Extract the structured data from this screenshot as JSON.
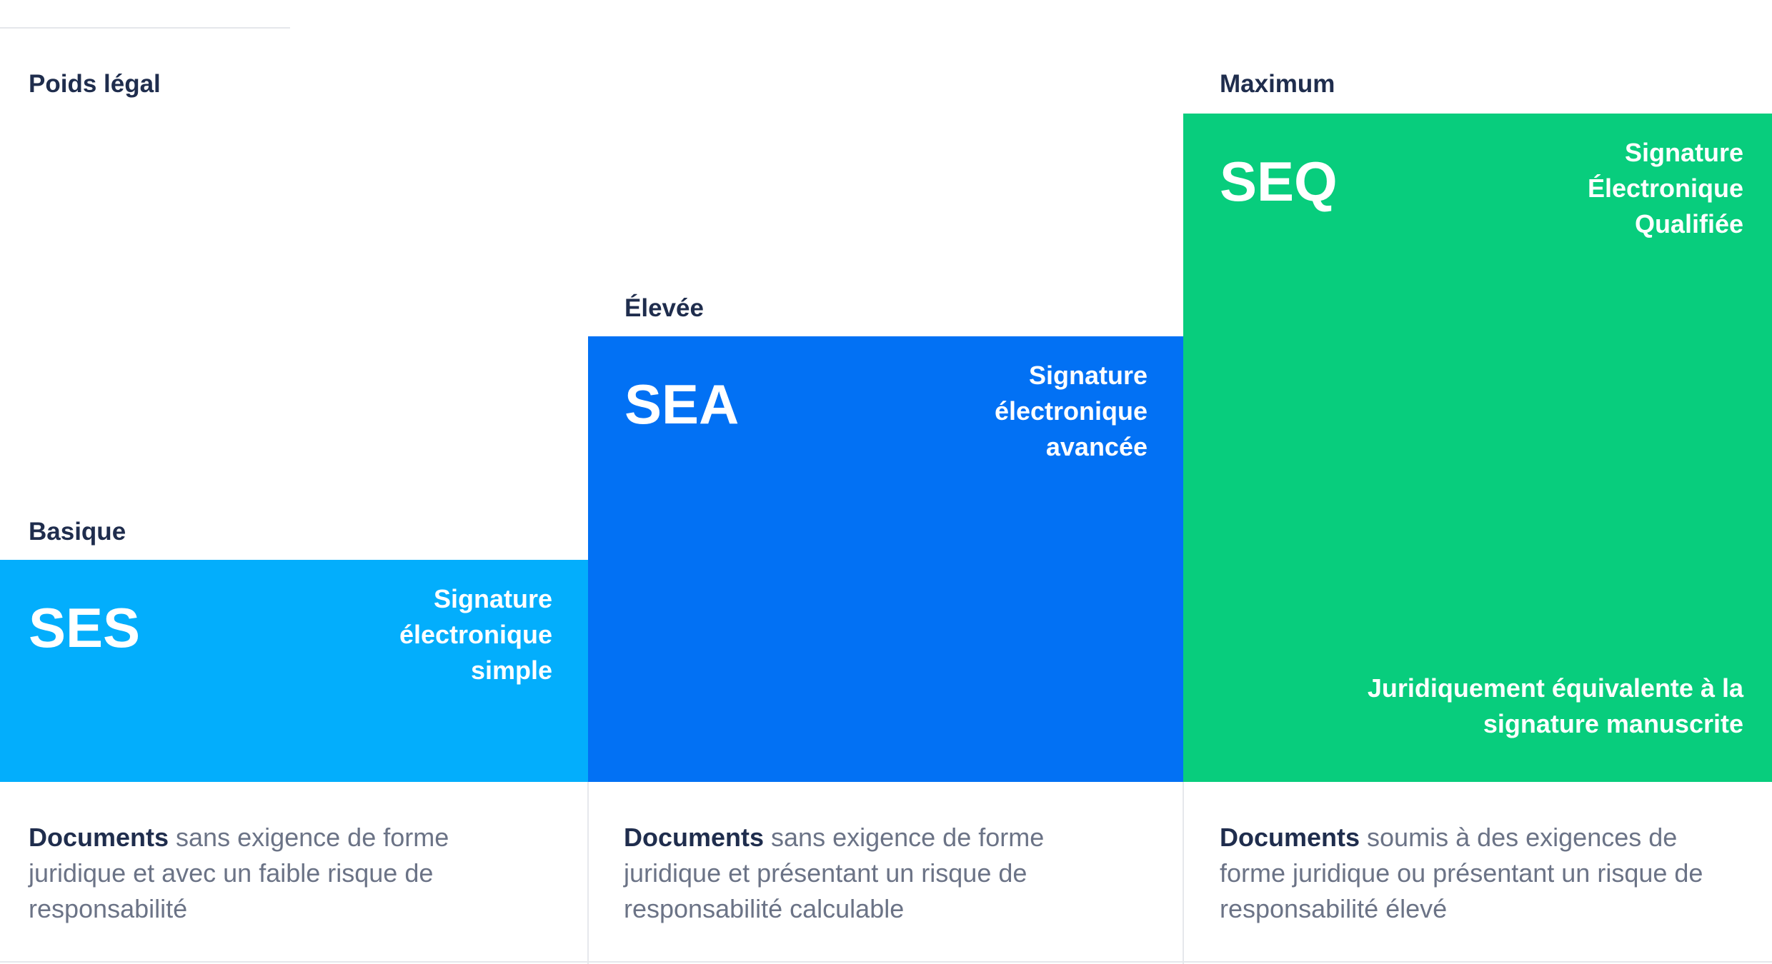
{
  "axis_label": "Poids légal",
  "levels": [
    {
      "level_label": "Basique",
      "abbr": "SES",
      "name_lines": [
        "Signature",
        "électronique",
        "simple"
      ],
      "color": "#03aefc",
      "desc_lead": "Documents",
      "desc_rest": " sans exigence de forme juridique et avec un faible risque de responsabilité"
    },
    {
      "level_label": "Élevée",
      "abbr": "SEA",
      "name_lines": [
        "Signature",
        "électronique",
        "avancée"
      ],
      "color": "#0271f4",
      "desc_lead": "Documents",
      "desc_rest": " sans exigence de forme juridique et présentant un risque de responsabilité calculable"
    },
    {
      "level_label": "Maximum",
      "abbr": "SEQ",
      "name_lines": [
        "Signature",
        "Électronique",
        "Qualifiée"
      ],
      "color": "#08cd7d",
      "note_lines": [
        "Juridiquement équivalente à la",
        "signature manuscrite"
      ],
      "desc_lead": "Documents",
      "desc_rest": " soumis à des exigences de forme juridique ou présentant un risque de responsabilité élevé"
    }
  ]
}
